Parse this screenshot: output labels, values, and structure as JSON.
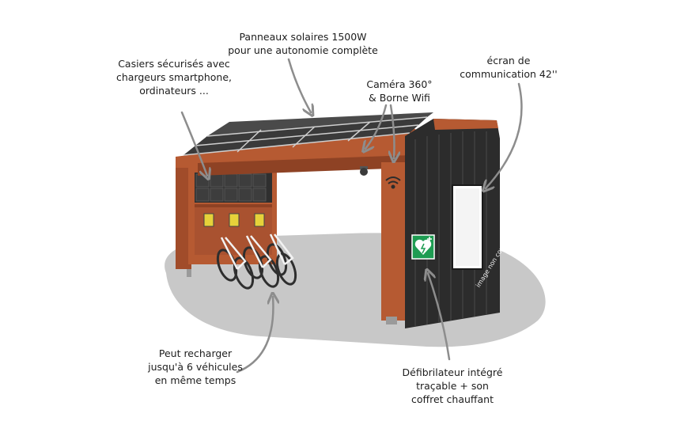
{
  "callouts": {
    "solar_panels": {
      "line1": "Panneaux solaires 1500W",
      "line2": "pour une autonomie complète"
    },
    "lockers": {
      "line1": "Casiers sécurisés avec",
      "line2": "chargeurs smartphone,",
      "line3": "ordinateurs ..."
    },
    "camera": {
      "line1": "Caméra 360°",
      "line2": "& Borne Wifi"
    },
    "screen": {
      "line1": "écran de",
      "line2": "communication 42''"
    },
    "charging": {
      "line1": "Peut recharger",
      "line2": "jusqu'à 6 véhicules",
      "line3": "en même temps"
    },
    "defibrillator": {
      "line1": "Défibrilateur intégré",
      "line2": "traçable + son",
      "line3": "coffret chauffant"
    }
  },
  "watermark": "image non contractuelle",
  "icons": {
    "defibrillator": "aed-heart-icon",
    "wifi": "wifi-icon",
    "camera": "camera-dome-icon"
  },
  "colors": {
    "wood": "#b65a32",
    "wood_dark": "#8e4224",
    "cladding": "#2c2c2c",
    "solar": "#3a3a3a",
    "ground": "#c8c8c8",
    "aed_green": "#1e9c52",
    "charger_yellow": "#e6d23a",
    "arrow": "#8d8d8d"
  }
}
